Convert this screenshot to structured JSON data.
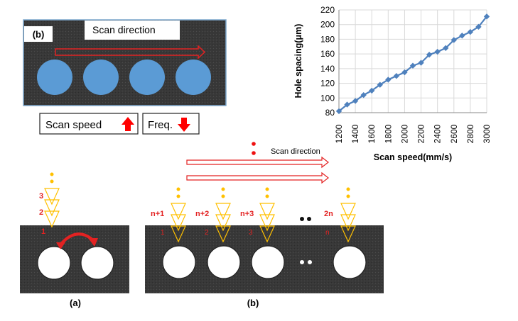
{
  "panel_b_top": {
    "tag": "(b)",
    "scan_direction_label": "Scan direction",
    "scan_speed_label": "Scan speed",
    "freq_label": "Freq."
  },
  "chart_data": {
    "type": "line",
    "xlabel": "Scan speed(mm/s)",
    "ylabel": "Hole spacing(μm)",
    "xlim": [
      1200,
      3000
    ],
    "ylim": [
      80,
      220
    ],
    "x_ticks": [
      1200,
      1400,
      1600,
      1800,
      2000,
      2200,
      2400,
      2600,
      2800,
      3000
    ],
    "y_ticks": [
      80,
      100,
      120,
      140,
      160,
      180,
      200,
      220
    ],
    "grid": true,
    "series": [
      {
        "marker": "diamond",
        "color": "#4f81bd",
        "x": [
          1200,
          1300,
          1400,
          1500,
          1600,
          1700,
          1800,
          1900,
          2000,
          2100,
          2200,
          2300,
          2400,
          2500,
          2600,
          2700,
          2800,
          2900,
          3000
        ],
        "values": [
          82,
          91,
          96,
          104,
          110,
          118,
          125,
          130,
          135,
          144,
          148,
          159,
          163,
          168,
          179,
          185,
          190,
          197,
          211
        ]
      }
    ]
  },
  "diagram_a": {
    "caption": "(a)",
    "pulse_labels": [
      "3",
      "2",
      "1"
    ]
  },
  "diagram_b": {
    "caption": "(b)",
    "scan_direction_label": "Scan direction",
    "pulse_labels": [
      "n+1",
      "n+2",
      "n+3",
      "2n"
    ],
    "pulse_numbers": [
      "1",
      "2",
      "3",
      "n"
    ]
  },
  "colors": {
    "substrate": "#3c3c3c",
    "hole_blue": "#5b9bd5",
    "beam_yellow": "#ffc000",
    "arrow_red": "#e32222",
    "label_red": "#e32222",
    "series_blue": "#4f81bd"
  }
}
